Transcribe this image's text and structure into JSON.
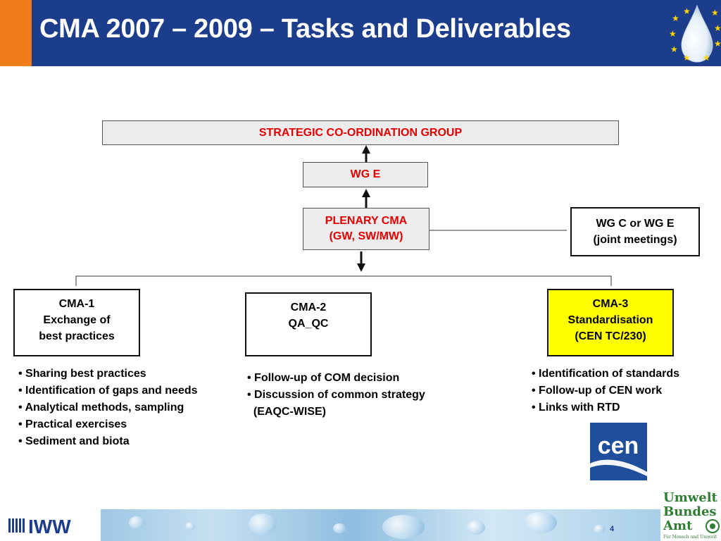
{
  "header": {
    "title": "CMA 2007 – 2009 – Tasks and Deliverables",
    "accent_color": "#f07d1a",
    "background_color": "#1c3c8c",
    "logo_icon": "water-drop-eu-stars-logo"
  },
  "diagram": {
    "strategic_group": "STRATEGIC CO-ORDINATION GROUP",
    "wg_e": "WG E",
    "plenary": {
      "line1": "PLENARY CMA",
      "line2": "(GW, SW/MW)"
    },
    "joint": {
      "line1": "WG C or WG E",
      "line2": "(joint meetings)"
    },
    "cma1": {
      "line1": "CMA-1",
      "line2": "Exchange of",
      "line3": "best practices",
      "bullets": [
        "• Sharing best practices",
        "• Identification of gaps and needs",
        "• Analytical methods, sampling",
        "• Practical exercises",
        "• Sediment and biota"
      ]
    },
    "cma2": {
      "line1": "CMA-2",
      "line2": "QA_QC",
      "bullets": [
        "• Follow-up of COM decision",
        "• Discussion of common strategy",
        "  (EAQC-WISE)"
      ]
    },
    "cma3": {
      "line1": "CMA-3",
      "line2": "Standardisation",
      "line3": "(CEN TC/230)",
      "highlight_color": "#ffff00",
      "bullets": [
        "• Identification of standards",
        "• Follow-up of CEN work",
        "• Links with RTD"
      ]
    },
    "label_color": "#e60000"
  },
  "logos": {
    "cen": {
      "text": "cen",
      "icon": "cen-logo"
    },
    "iww": {
      "text": "IWW",
      "icon": "iww-logo"
    },
    "uba": {
      "line1": "Umwelt",
      "line2": "Bundes",
      "line3": "Amt",
      "tagline": "Für Mensch und Umwelt",
      "icon": "umweltbundesamt-logo"
    }
  },
  "footer": {
    "page_number": "4"
  }
}
